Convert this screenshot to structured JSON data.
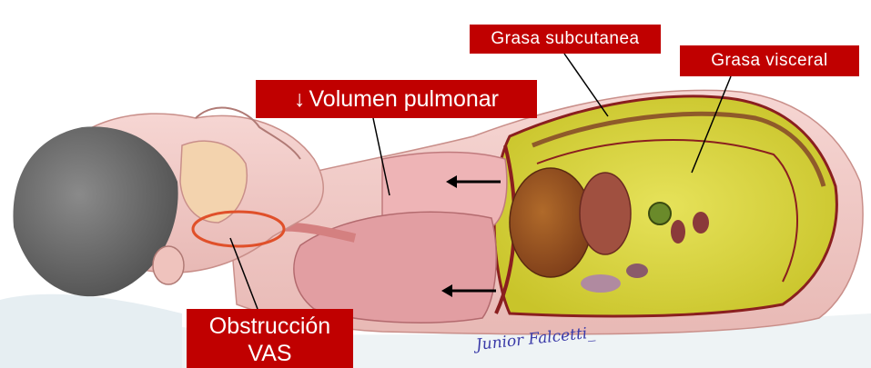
{
  "labels": {
    "subcutanea": "Grasa  subcutanea",
    "visceral": "Grasa  visceral",
    "volumen_arrow": "↓",
    "volumen": "Volumen pulmonar",
    "obstruccion_line1": "Obstrucción",
    "obstruccion_line2": "VAS"
  },
  "signature": "Junior Falcetti_",
  "colors": {
    "label_bg": "#c00000",
    "label_text": "#ffffff",
    "skin": "#f1c9c6",
    "hair": "#6e6e6e",
    "fat": "#dbd83a",
    "lung": "#e9a7aa",
    "leader_line": "#000000",
    "circle": "#e0502a"
  }
}
